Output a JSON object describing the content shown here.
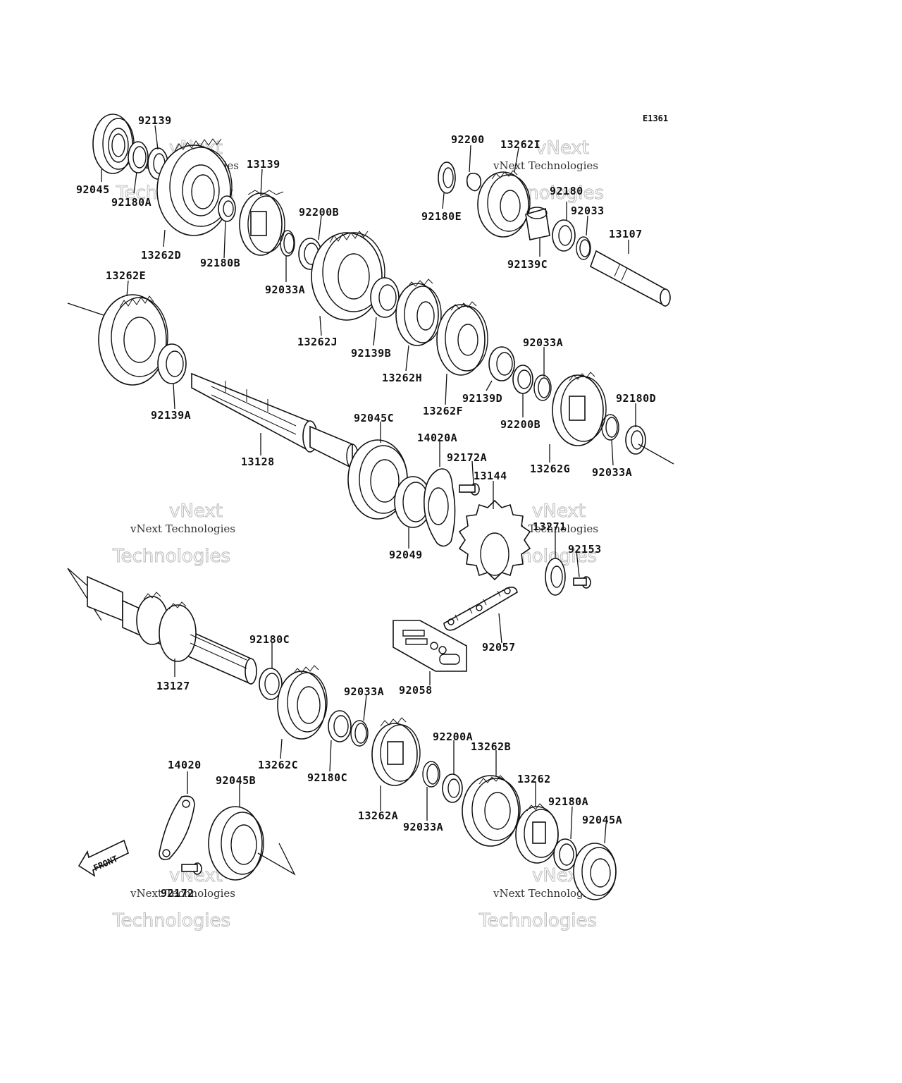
{
  "diagram_code": "E1361",
  "front_label": "FRONT",
  "watermark": {
    "line1": "vNext Technologies",
    "line2": "Technologies",
    "line3": "vNext"
  },
  "parts": {
    "p92139": "92139",
    "p92045": "92045",
    "p92180A": "92180A",
    "p13139": "13139",
    "p92200B": "92200B",
    "p92180B": "92180B",
    "p13262D": "13262D",
    "p92033A_1": "92033A",
    "p13262E": "13262E",
    "p13262J": "13262J",
    "p92139B": "92139B",
    "p13262H": "13262H",
    "p92200": "92200",
    "p13262I": "13262I",
    "p92180E": "92180E",
    "p92180": "92180",
    "p92033": "92033",
    "p13107": "13107",
    "p92139C": "92139C",
    "p92033A_2": "92033A",
    "p92139D": "92139D",
    "p13262F": "13262F",
    "p92200B_2": "92200B",
    "p92180D": "92180D",
    "p13262G": "13262G",
    "p92033A_3": "92033A",
    "p92139A": "92139A",
    "p13128": "13128",
    "p92045C": "92045C",
    "p14020A": "14020A",
    "p92172A": "92172A",
    "p13144": "13144",
    "p13271": "13271",
    "p92153": "92153",
    "p92049": "92049",
    "p92057": "92057",
    "p92058": "92058",
    "p92180C": "92180C",
    "p13127": "13127",
    "p92033A_4": "92033A",
    "p13262C": "13262C",
    "p92180C_2": "92180C",
    "p92200A": "92200A",
    "p13262B": "13262B",
    "p13262": "13262",
    "p13262A": "13262A",
    "p92033A_5": "92033A",
    "p92180A_2": "92180A",
    "p92045A": "92045A",
    "p14020": "14020",
    "p92045B": "92045B",
    "p92172": "92172"
  }
}
